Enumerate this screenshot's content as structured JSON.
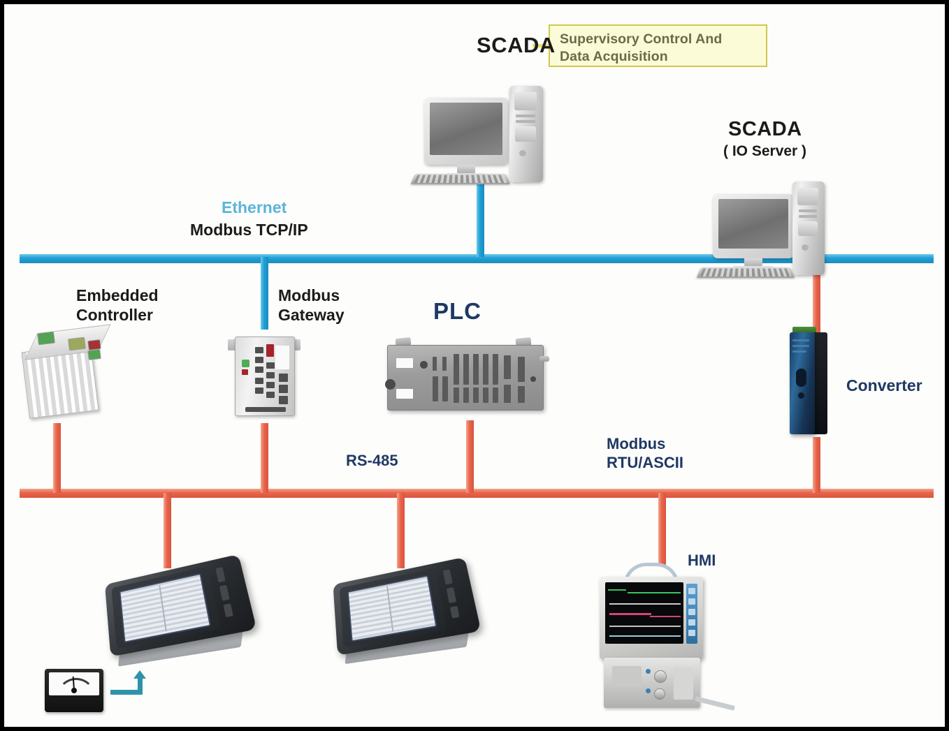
{
  "diagram": {
    "title": "SCADA Modbus Industrial Network Architecture",
    "background_color": "#fdfdfb",
    "border_color": "#000000"
  },
  "labels": {
    "scada_title": "SCADA",
    "scada_io_title": "SCADA",
    "scada_io_subtitle": "( IO Server )",
    "ethernet": "Ethernet",
    "modbus_tcpip": "Modbus TCP/IP",
    "embedded_controller": "Embedded\nController",
    "modbus_gateway": "Modbus\nGateway",
    "plc": "PLC",
    "converter": "Converter",
    "rs485": "RS-485",
    "modbus_rtu_ascii": "Modbus\nRTU/ASCII",
    "hmi": "HMI"
  },
  "callout": {
    "text": "Supervisory Control And\nData Acquisition",
    "fill_color": "#fcfbd8",
    "border_color": "#cfc94a",
    "text_color": "#6b6a49"
  },
  "colors": {
    "ethernet_bus": "#1f9fd4",
    "ethernet_label": "#5bb4dd",
    "rs485_bus": "#e8644a",
    "label_navy": "#1f3864",
    "label_black": "#1b1b1b",
    "arrow_teal": "#2e93a8"
  },
  "networks": [
    {
      "name": "ethernet-bus",
      "protocol": "Modbus TCP/IP",
      "media": "Ethernet",
      "color": "#1f9fd4",
      "nodes": [
        "SCADA workstation",
        "Modbus Gateway",
        "SCADA (IO Server)"
      ]
    },
    {
      "name": "rs485-bus",
      "protocol": "Modbus RTU/ASCII",
      "media": "RS-485",
      "color": "#e8644a",
      "nodes": [
        "Embedded Controller",
        "Modbus Gateway",
        "PLC",
        "Converter",
        "Panel PC 1",
        "Panel PC 2",
        "HMI"
      ]
    }
  ],
  "devices": [
    {
      "id": "scada-workstation",
      "type": "desktop-pc",
      "label": "SCADA",
      "bus": "ethernet-bus"
    },
    {
      "id": "scada-io-server",
      "type": "desktop-pc",
      "label": "SCADA ( IO Server )",
      "bus": "ethernet-bus"
    },
    {
      "id": "embedded-controller",
      "type": "industrial-module",
      "label": "Embedded Controller",
      "bus": "rs485-bus"
    },
    {
      "id": "modbus-gateway",
      "type": "gateway-module",
      "label": "Modbus Gateway",
      "bus": "ethernet-bus, rs485-bus"
    },
    {
      "id": "plc",
      "type": "plc-rack",
      "label": "PLC",
      "bus": "rs485-bus"
    },
    {
      "id": "converter",
      "type": "din-rail-converter",
      "label": "Converter",
      "bus": "ethernet-bus, rs485-bus"
    },
    {
      "id": "panel-pc-1",
      "type": "panel-pc",
      "label": "",
      "bus": "rs485-bus"
    },
    {
      "id": "panel-pc-2",
      "type": "panel-pc",
      "label": "",
      "bus": "rs485-bus"
    },
    {
      "id": "hmi-monitor",
      "type": "hmi-display",
      "label": "HMI",
      "bus": "rs485-bus"
    },
    {
      "id": "panel-meter",
      "type": "analog-meter",
      "label": "",
      "bus": ""
    }
  ]
}
